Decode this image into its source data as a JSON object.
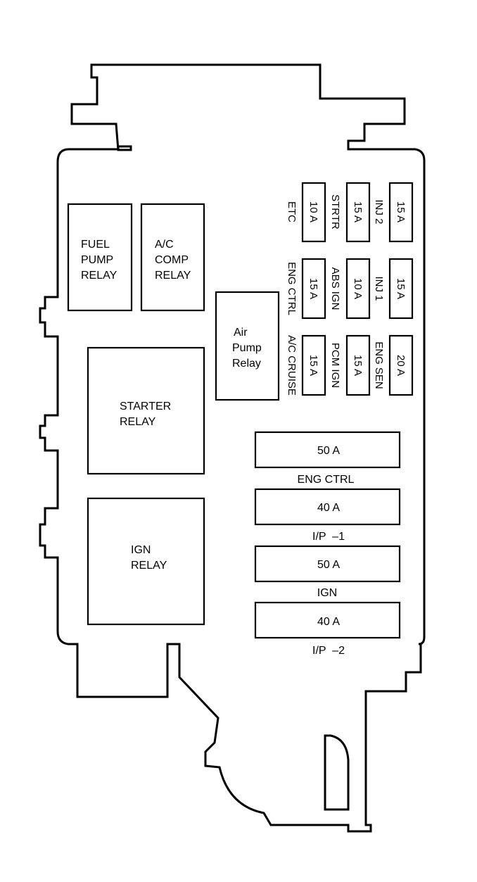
{
  "relays": {
    "fuel_pump": [
      "FUEL",
      "PUMP",
      "RELAY"
    ],
    "ac_comp": [
      "A/C",
      "COMP",
      "RELAY"
    ],
    "air_pump": [
      "Air",
      "Pump",
      "Relay"
    ],
    "starter": [
      "STARTER",
      "RELAY"
    ],
    "ign": [
      "IGN",
      "RELAY"
    ]
  },
  "mini_fuses": {
    "row1": [
      {
        "amp": "10 A",
        "name": "ETC"
      },
      {
        "amp": "15 A",
        "name": "STRTR"
      },
      {
        "amp": "15 A",
        "name": "INJ 2"
      }
    ],
    "row2": [
      {
        "amp": "15 A",
        "name": "ENG CTRL"
      },
      {
        "amp": "10 A",
        "name": "ABS IGN"
      },
      {
        "amp": "15 A",
        "name": "INJ 1"
      }
    ],
    "row3": [
      {
        "amp": "15 A",
        "name": "A/C CRUISE"
      },
      {
        "amp": "15 A",
        "name": "PCM IGN"
      },
      {
        "amp": "20 A",
        "name": "ENG SEN"
      }
    ]
  },
  "maxi_fuses": [
    {
      "amp": "50 A",
      "name": "ENG CTRL"
    },
    {
      "amp": "40 A",
      "name": "I/P  –1"
    },
    {
      "amp": "50 A",
      "name": "IGN"
    },
    {
      "amp": "40 A",
      "name": "I/P  –2"
    }
  ]
}
